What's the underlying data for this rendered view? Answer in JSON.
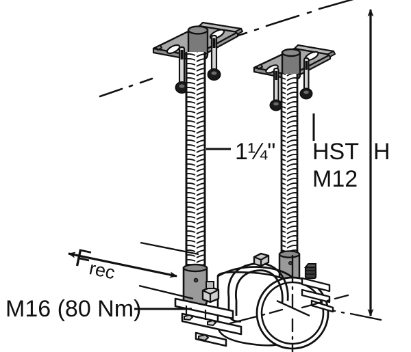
{
  "drawing": {
    "title": "Ceiling-mounted pipe hanger assembly",
    "background_color": "#ffffff",
    "line_color": "#111111",
    "plate_fill": "#a8a8a8",
    "connector_fill": "#7a7a7a",
    "bolt_fill": "#1a1a1a",
    "pipe_fill": "#ffffff"
  },
  "labels": {
    "rod_size": "1¼\"",
    "anchor_type": "HST",
    "anchor_size": "M12",
    "height_dimension": "H",
    "force_symbol": "F",
    "force_subscript": "rec",
    "bolt_spec": "M16 (80 Nm)"
  },
  "components": {
    "ceiling_plate_left": "ceiling-mounting-plate",
    "ceiling_plate_right": "ceiling-mounting-plate",
    "threaded_rod_left": "threaded-rod-1-1-4-inch",
    "threaded_rod_right": "threaded-rod-1-1-4-inch",
    "anchor_left": "HST-M12-anchor",
    "anchor_right": "HST-M12-anchor",
    "pipe_clamp": "pipe-clamp-assembly",
    "pipe": "pipe-section",
    "base_plate": "clamp-base-plate",
    "hex_nut": "hex-nut-M16"
  },
  "annotations": {
    "ceiling_plane": "ceiling-reference-plane-dash-dot",
    "floor_plane": "lower-reference-plane-dash-dot",
    "force_arrow": "recommended-force-direction-double-arrow",
    "height_arrow": "overall-height-dimension-double-arrow",
    "pipe_centerline_vertical": "pipe-center-axis-vertical",
    "pipe_centerline_horizontal": "pipe-center-axis-horizontal"
  }
}
